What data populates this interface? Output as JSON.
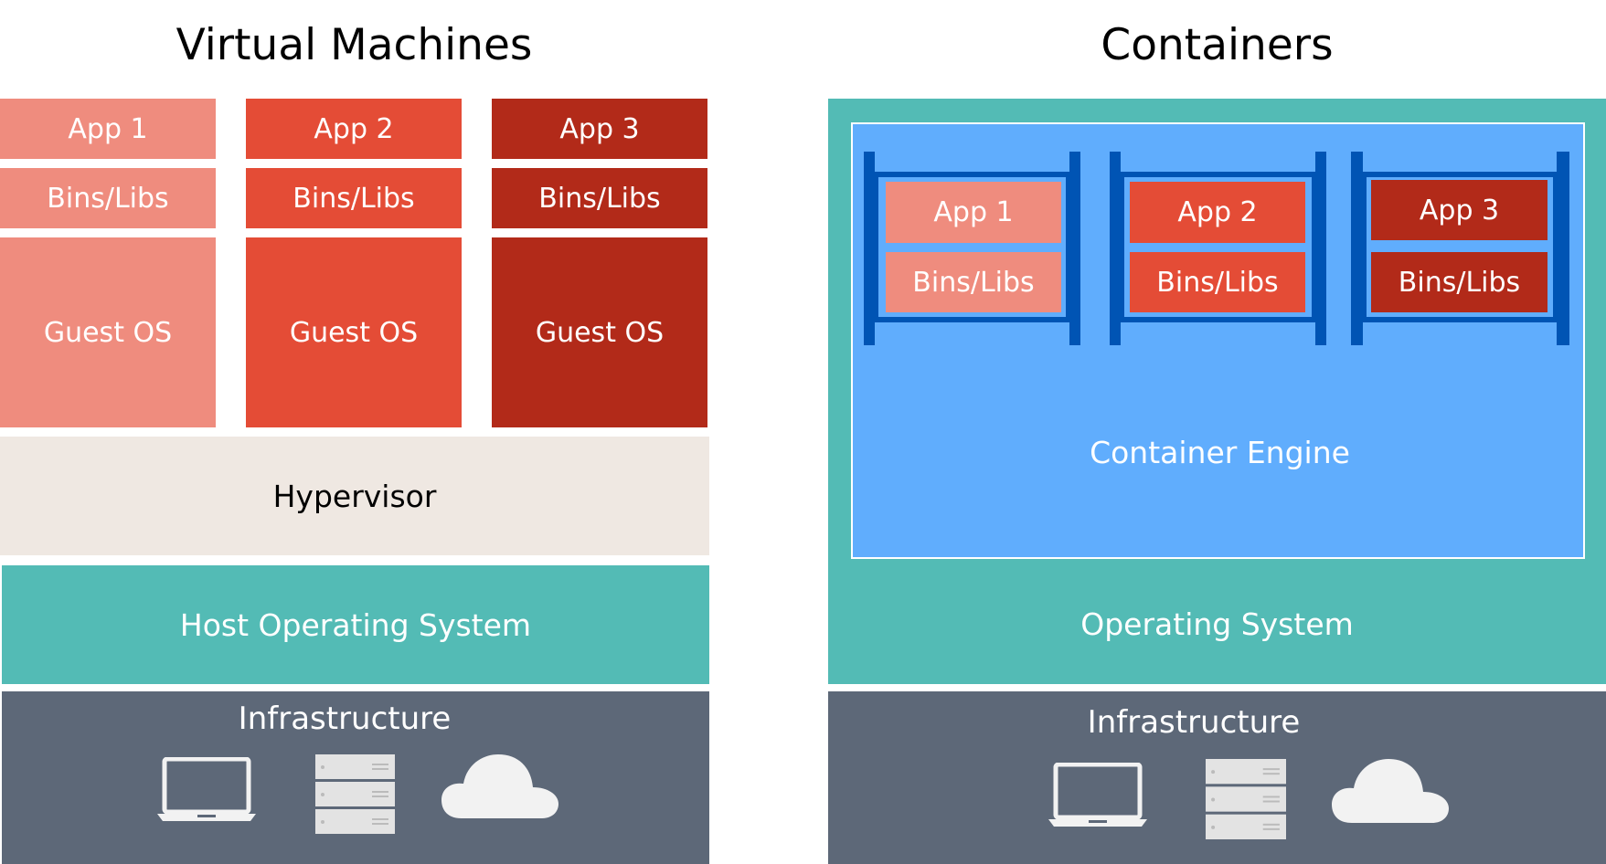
{
  "virtual_machines": {
    "title": "Virtual Machines",
    "vms": [
      {
        "app": "App 1",
        "bins": "Bins/Libs",
        "os": "Guest OS",
        "color": "#EF8C7E"
      },
      {
        "app": "App 2",
        "bins": "Bins/Libs",
        "os": "Guest OS",
        "color": "#E44C36"
      },
      {
        "app": "App 3",
        "bins": "Bins/Libs",
        "os": "Guest OS",
        "color": "#B22A19"
      }
    ],
    "hypervisor": "Hypervisor",
    "host_os": "Host Operating System",
    "infrastructure": "Infrastructure",
    "icons": [
      "laptop-icon",
      "server-icon",
      "cloud-icon"
    ]
  },
  "containers": {
    "title": "Containers",
    "apps": [
      {
        "app": "App 1",
        "bins": "Bins/Libs",
        "color": "#EF8C7E"
      },
      {
        "app": "App 2",
        "bins": "Bins/Libs",
        "color": "#E44C36"
      },
      {
        "app": "App 3",
        "bins": "Bins/Libs",
        "color": "#B22A19"
      }
    ],
    "engine": "Container Engine",
    "os": "Operating System",
    "infrastructure": "Infrastructure",
    "icons": [
      "laptop-icon",
      "server-icon",
      "cloud-icon"
    ]
  },
  "colors": {
    "hypervisor": "#EFE8E2",
    "os": "#53BBB5",
    "infrastructure": "#5D6878",
    "engine": "#60ADFD",
    "container_frame": "#0054B4"
  }
}
